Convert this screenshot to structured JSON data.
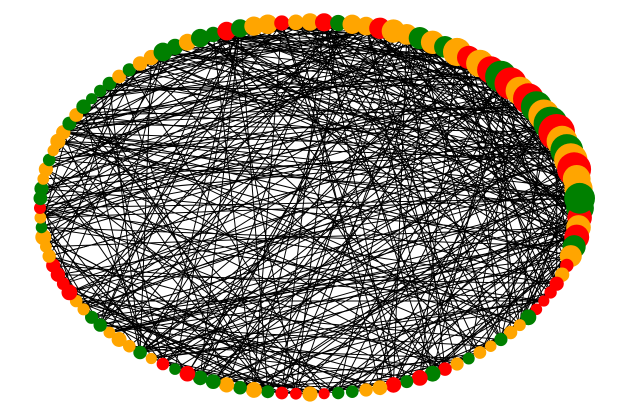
{
  "graph": {
    "layout": "circular",
    "node_count": 120,
    "edge_count": 480,
    "edge_color": "#000000",
    "node_colors": {
      "red": "#ff0000",
      "orange": "#ffa500",
      "green": "#008000"
    },
    "dense_cluster_color_order": [
      "green",
      "red",
      "orange",
      "red",
      "green",
      "orange",
      "green",
      "red",
      "orange",
      "green",
      "orange",
      "red",
      "orange",
      "orange",
      "green",
      "orange",
      "green",
      "orange",
      "red",
      "orange",
      "red"
    ]
  }
}
